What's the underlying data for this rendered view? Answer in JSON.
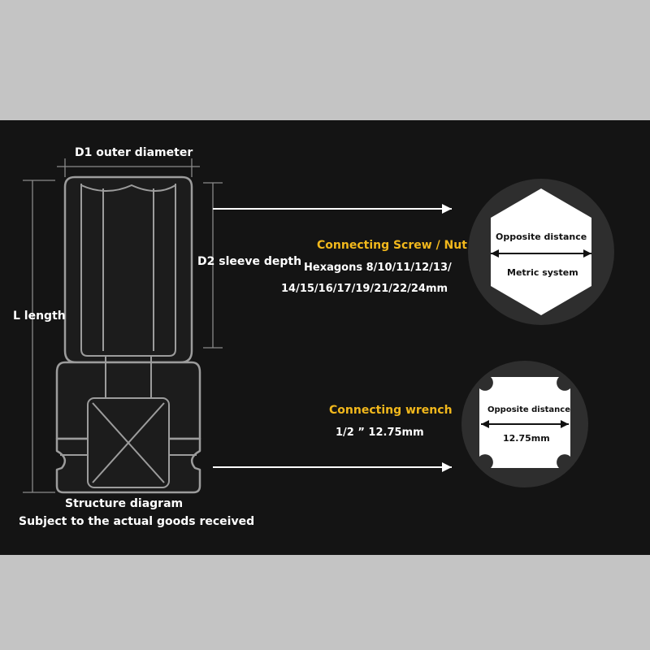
{
  "labels": {
    "d1": "D1 outer diameter",
    "d2": "D2 sleeve depth",
    "length": "L length",
    "structure": "Structure diagram",
    "subject": "Subject to the actual goods received"
  },
  "hex_section": {
    "title": "Connecting Screw / Nut",
    "line1": "Hexagons 8/10/11/12/13/",
    "line2": "14/15/16/17/19/21/22/24mm",
    "shape_top": "Opposite distance",
    "shape_bottom": "Metric system"
  },
  "wrench_section": {
    "title": "Connecting wrench",
    "size_label": "1/2 ”    12.75mm",
    "shape_top": "Opposite distance",
    "shape_bottom": "12.75mm"
  },
  "colors": {
    "accent": "#f2b81c",
    "panel": "#141414",
    "outer": "#c4c4c4"
  }
}
